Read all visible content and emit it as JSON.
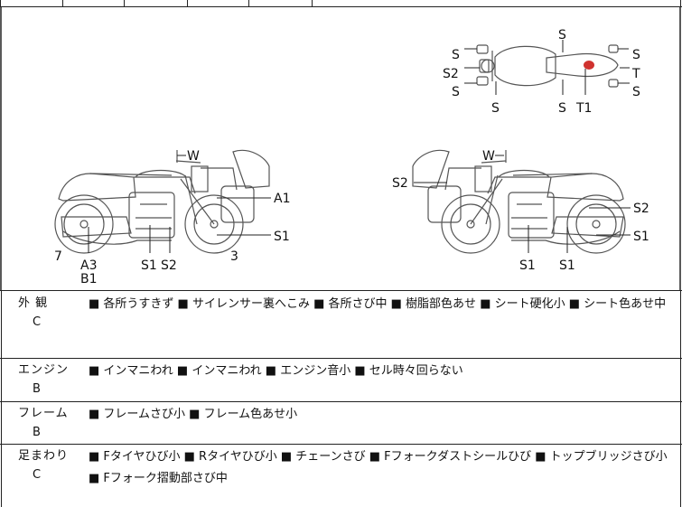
{
  "diagram": {
    "top_view_labels": {
      "s_left_1": "S",
      "s2_left": "S2",
      "s_left_2": "S",
      "s_bottom_1": "S",
      "s_top": "S",
      "s_bottom_2": "S",
      "t1": "T1",
      "s_right_1": "S",
      "t_right": "T",
      "s_right_2": "S"
    },
    "left_view_labels": {
      "w": "W",
      "a1": "A1",
      "s1_right": "S1",
      "three": "3",
      "seven": "7",
      "a3": "A3",
      "b1": "B1",
      "s1": "S1",
      "s2": "S2"
    },
    "right_view_labels": {
      "w": "W",
      "s2_left": "S2",
      "s2_right": "S2",
      "s1_right": "S1",
      "s1_a": "S1",
      "s1_b": "S1"
    }
  },
  "rows": [
    {
      "category": "外 観",
      "grade": "C",
      "notes": "■ 各所うすきず ■ サイレンサー裏へこみ ■ 各所さび中 ■ 樹脂部色あせ ■ シート硬化小 ■ シート色あせ中"
    },
    {
      "category": "エンジン",
      "grade": "B",
      "notes": "■ インマニわれ ■ インマニわれ ■ エンジン音小 ■ セル時々回らない"
    },
    {
      "category": "フレーム",
      "grade": "B",
      "notes": "■ フレームさび小 ■ フレーム色あせ小"
    },
    {
      "category": "足まわり",
      "grade": "C",
      "notes": "■ Fタイヤひび小 ■ Rタイヤひび小 ■ チェーンさび ■ Fフォークダストシールひび ■ トップブリッジさび小 ■ Fフォーク摺動部さび中"
    }
  ],
  "colors": {
    "line": "#222222",
    "mark": "#d0322f"
  }
}
